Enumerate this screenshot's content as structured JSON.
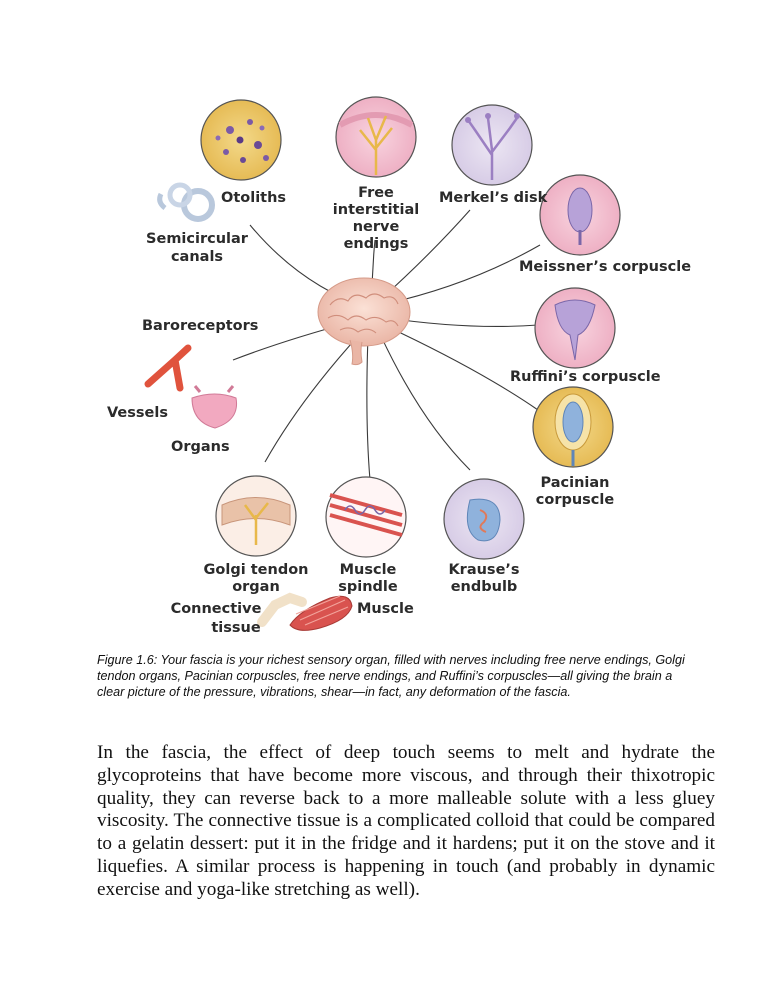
{
  "figure": {
    "labels": {
      "otoliths": "Otoliths",
      "free_1": "Free",
      "free_2": "interstitial",
      "free_3": "nerve",
      "free_4": "endings",
      "merkel": "Merkel’s disk",
      "semicircular_1": "Semicircular",
      "semicircular_2": "canals",
      "meissner": "Meissner’s corpuscle",
      "baroreceptors": "Baroreceptors",
      "ruffini": "Ruffini’s corpuscle",
      "vessels": "Vessels",
      "organs": "Organs",
      "pacinian_1": "Pacinian",
      "pacinian_2": "corpuscle",
      "golgi_1": "Golgi tendon",
      "golgi_2": "organ",
      "spindle_1": "Muscle",
      "spindle_2": "spindle",
      "krause_1": "Krause’s",
      "krause_2": "endbulb",
      "connective_1": "Connective",
      "connective_2": "tissue",
      "muscle": "Muscle"
    }
  },
  "caption": "Figure 1.6: Your fascia is your richest sensory organ, filled with nerves including free nerve endings, Golgi tendon organs, Pacinian corpuscles, free nerve endings, and Ruffini’s corpuscles—all giving the brain a clear picture of the pressure, vibrations, shear—in fact, any deformation of the fascia.",
  "body_paragraph": "In the fascia, the effect of deep touch seems to melt and hydrate the glycoproteins that have become more viscous, and through their thixotropic quality, they can reverse back to a more malleable solute with a less gluey viscosity. The connective tissue is a complicated colloid that could be compared to a gelatin dessert: put it in the fridge and it hardens; put it on the stove and it liquefies. A similar process is happening in touch (and probably in dynamic exercise and yoga-like stretching as well)."
}
